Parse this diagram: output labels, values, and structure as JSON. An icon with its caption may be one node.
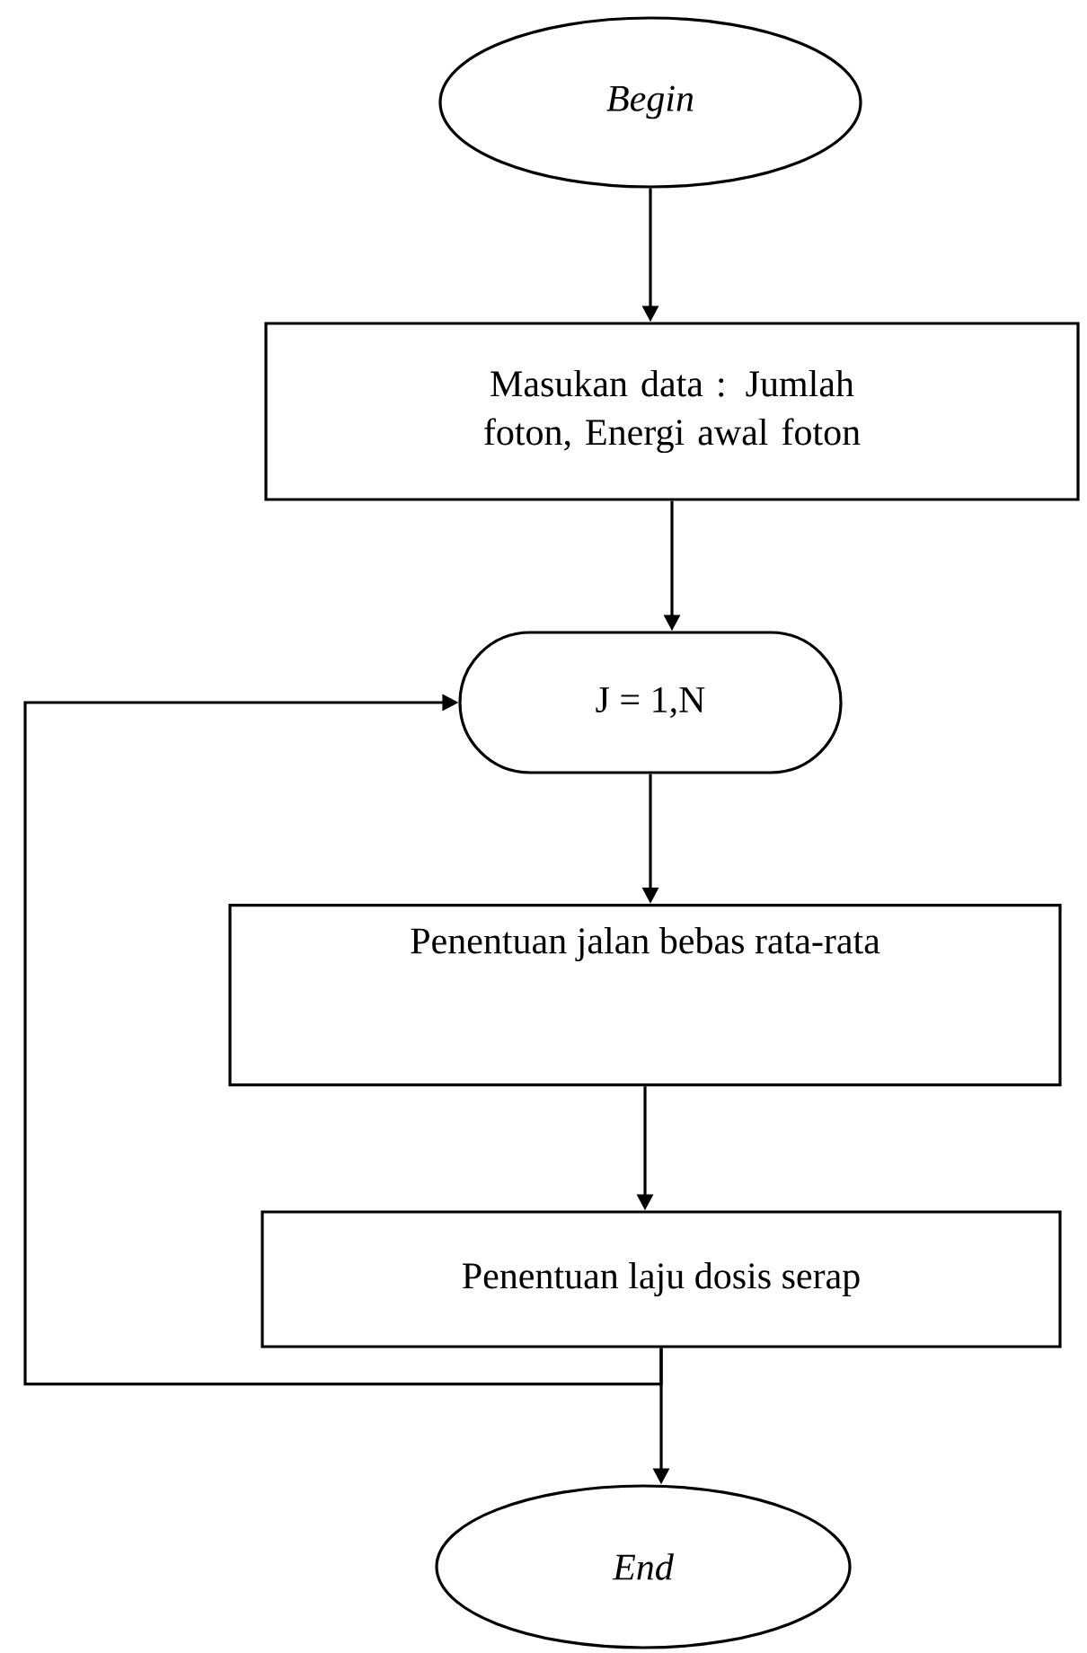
{
  "diagram": {
    "nodes": [
      {
        "text": [
          "Begin"
        ]
      },
      {
        "text": [
          "Masukan data : Jumlah foton, Energi awal foton"
        ]
      },
      {
        "text": [
          "J = 1,N"
        ]
      },
      {
        "text": [
          "Penentuan jalan bebas rata-rata"
        ]
      },
      {
        "text": [
          "Penentuan laju dosis serap"
        ]
      },
      {
        "text": [
          "End"
        ]
      }
    ],
    "edges": [
      {
        "from": 0,
        "to": 1,
        "arrow": "to"
      },
      {
        "from": 1,
        "to": 2,
        "arrow": "to"
      },
      {
        "from": 2,
        "to": 3,
        "arrow": "to"
      },
      {
        "from": 3,
        "to": 4,
        "arrow": "to"
      },
      {
        "from": 4,
        "to": 5,
        "arrow": "to"
      },
      {
        "from": 4,
        "to": 2,
        "arrow": "to"
      }
    ]
  }
}
